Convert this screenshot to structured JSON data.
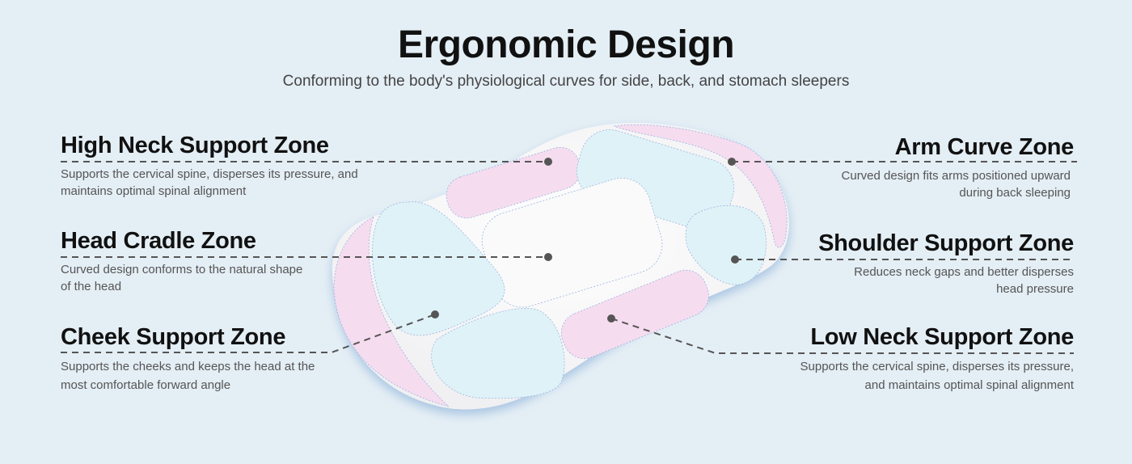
{
  "header": {
    "title": "Ergonomic Design",
    "subtitle": "Conforming to the body's physiological curves for side, back, and stomach sleepers"
  },
  "zones": [
    {
      "title": "High Neck Support Zone",
      "lines": [
        "Supports the cervical spine, disperses its pressure, and",
        "maintains optimal spinal alignment"
      ]
    },
    {
      "title": "Head Cradle Zone",
      "lines": [
        "Curved design conforms to the natural shape",
        "of the head"
      ]
    },
    {
      "title": "Cheek Support Zone",
      "lines": [
        "Supports the cheeks and keeps the head at the",
        "most comfortable forward angle"
      ]
    },
    {
      "title": "Arm Curve Zone",
      "lines": [
        "Curved design fits arms positioned upward",
        "during back sleeping"
      ]
    },
    {
      "title": "Shoulder Support Zone",
      "lines": [
        "Reduces neck gaps and better disperses",
        "head pressure"
      ]
    },
    {
      "title": "Low Neck Support Zone",
      "lines": [
        "Supports the cervical spine, disperses its pressure,",
        "and maintains optimal spinal alignment"
      ]
    }
  ],
  "colors": {
    "background": "#e4eef5",
    "pink": "#f6dcef",
    "blue": "#dff2f7",
    "line": "#555555"
  }
}
